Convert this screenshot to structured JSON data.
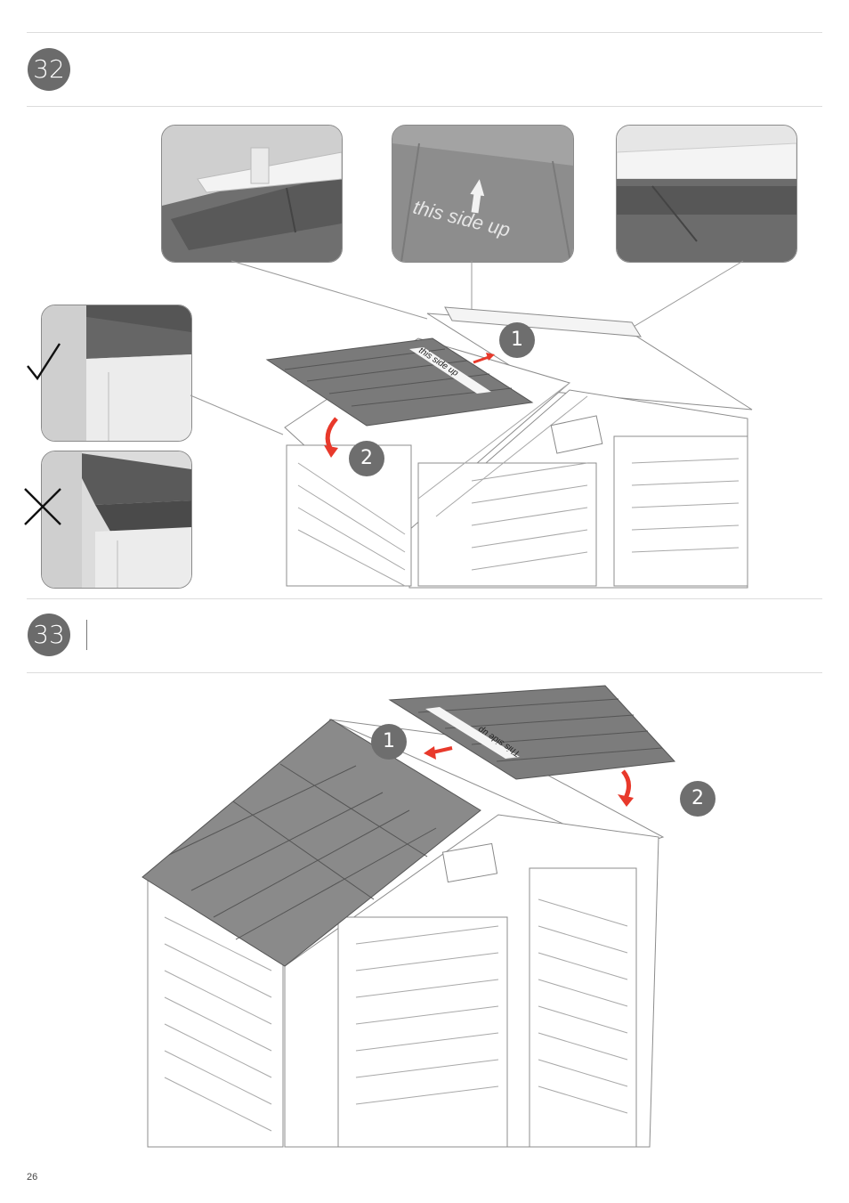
{
  "steps": [
    {
      "number": "32"
    },
    {
      "number": "33"
    }
  ],
  "step32": {
    "callouts": [
      "1",
      "2"
    ],
    "label_text": "this side up",
    "closeup_text": "this side up",
    "correct_mark": "check-mark",
    "wrong_mark": "cross-mark"
  },
  "step33": {
    "callouts": [
      "1",
      "2"
    ],
    "label_text": "This side up"
  },
  "page_number": "26",
  "colors": {
    "badge": "#6b6b6b",
    "arrow": "#e8392b",
    "panel": "#7a7a7a",
    "line": "#bdbdbd"
  }
}
